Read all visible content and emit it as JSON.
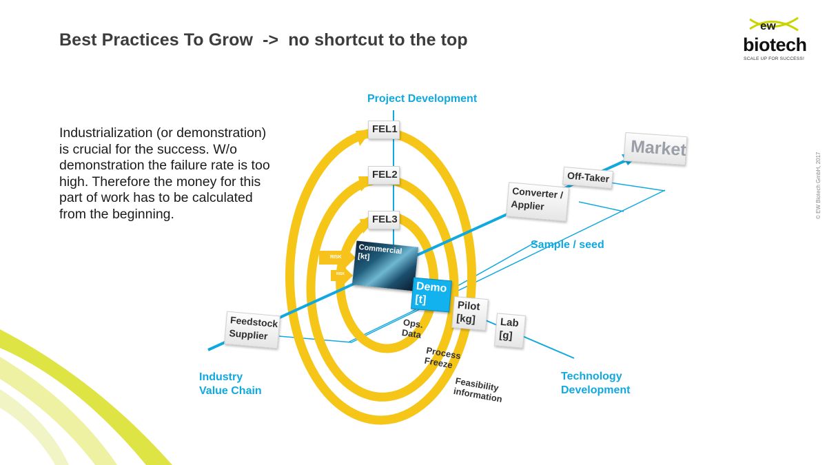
{
  "title": "Best Practices To Grow  ->  no shortcut to the top",
  "body_lines": [
    "Industrialization (or demonstration)",
    "is crucial for the success.  W/o",
    "demonstration the failure rate is too",
    "high. Therefore the money for this",
    "part of work has to be calculated",
    "from the beginning."
  ],
  "logo": {
    "ew": "ew",
    "name": "biotech",
    "tagline": "SCALE UP FOR SUCCESS!"
  },
  "copyright": "© EW Biotech GmbH, 2017",
  "axes": {
    "project_development": "Project Development",
    "industry_value_chain": [
      "Industry",
      "Value Chain"
    ],
    "technology_development": [
      "Technology",
      "Development"
    ],
    "sample_seed": "Sample / seed"
  },
  "fel": {
    "fel1": "FEL1",
    "fel2": "FEL2",
    "fel3": "FEL3"
  },
  "market": "Market",
  "value_chain": {
    "off_taker": "Off-Taker",
    "converter": [
      "Converter /",
      "Applier"
    ],
    "feedstock": [
      "Feedstock",
      "Supplier"
    ]
  },
  "technology": {
    "commercial": [
      "Commercial",
      "[kt]"
    ],
    "demo": [
      "Demo",
      "[t]"
    ],
    "pilot": [
      "Pilot",
      "[kg]"
    ],
    "lab": [
      "Lab",
      "[g]"
    ]
  },
  "ring_labels": {
    "ops_data": [
      "Ops.",
      "Data"
    ],
    "process_freeze": [
      "Process",
      "Freeze"
    ],
    "feasibility": [
      "Feasibility",
      "information"
    ]
  },
  "risk": {
    "top": "RISK",
    "bottom": "RISK"
  },
  "colors": {
    "accent_blue": "#10a8e0",
    "ring_yellow": "#f5c518",
    "swoosh": "#d7e02a"
  }
}
